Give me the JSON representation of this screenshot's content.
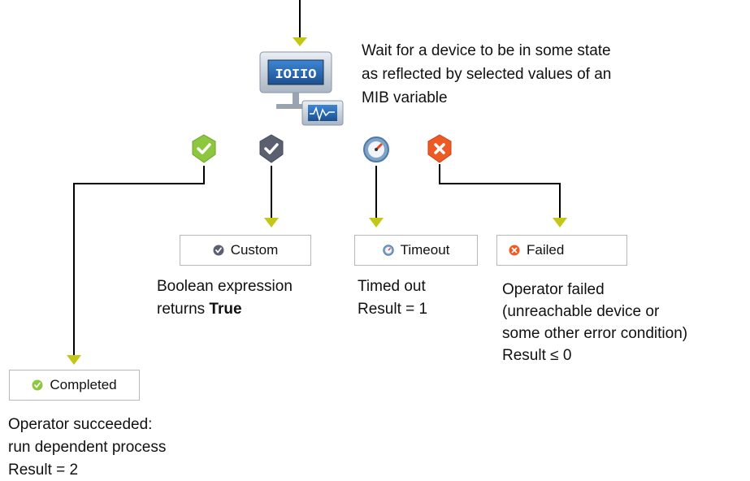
{
  "description": {
    "line1": "Wait for a device to be in some state",
    "line2": "as reflected by selected values of an",
    "line3": "MIB variable"
  },
  "device_icon": {
    "display_text": "IOIIO",
    "icon": "network-device-icon"
  },
  "outcomes": {
    "completed": {
      "label": "Completed",
      "icon": "check-green-icon",
      "line1": "Operator succeeded:",
      "line2": "run dependent process",
      "line3": "Result = 2"
    },
    "custom": {
      "label": "Custom",
      "icon": "check-dark-icon",
      "line1": "Boolean expression",
      "line2_prefix": "returns ",
      "line2_bold": "True"
    },
    "timeout": {
      "label": "Timeout",
      "icon": "timer-icon",
      "line1": "Timed out",
      "line2": "Result = 1"
    },
    "failed": {
      "label": "Failed",
      "icon": "x-red-icon",
      "line1": "Operator failed",
      "line2": "(unreachable device or",
      "line3": "some other error condition)",
      "line4": "Result ≤ 0"
    }
  },
  "colors": {
    "arrowhead": "#c3c716",
    "line": "#000000",
    "completed": "#8dc63f",
    "custom": "#5a6070",
    "timeout": "#7fa3c9",
    "failed": "#ee5a24",
    "device_blue": "#2b6cb0"
  }
}
